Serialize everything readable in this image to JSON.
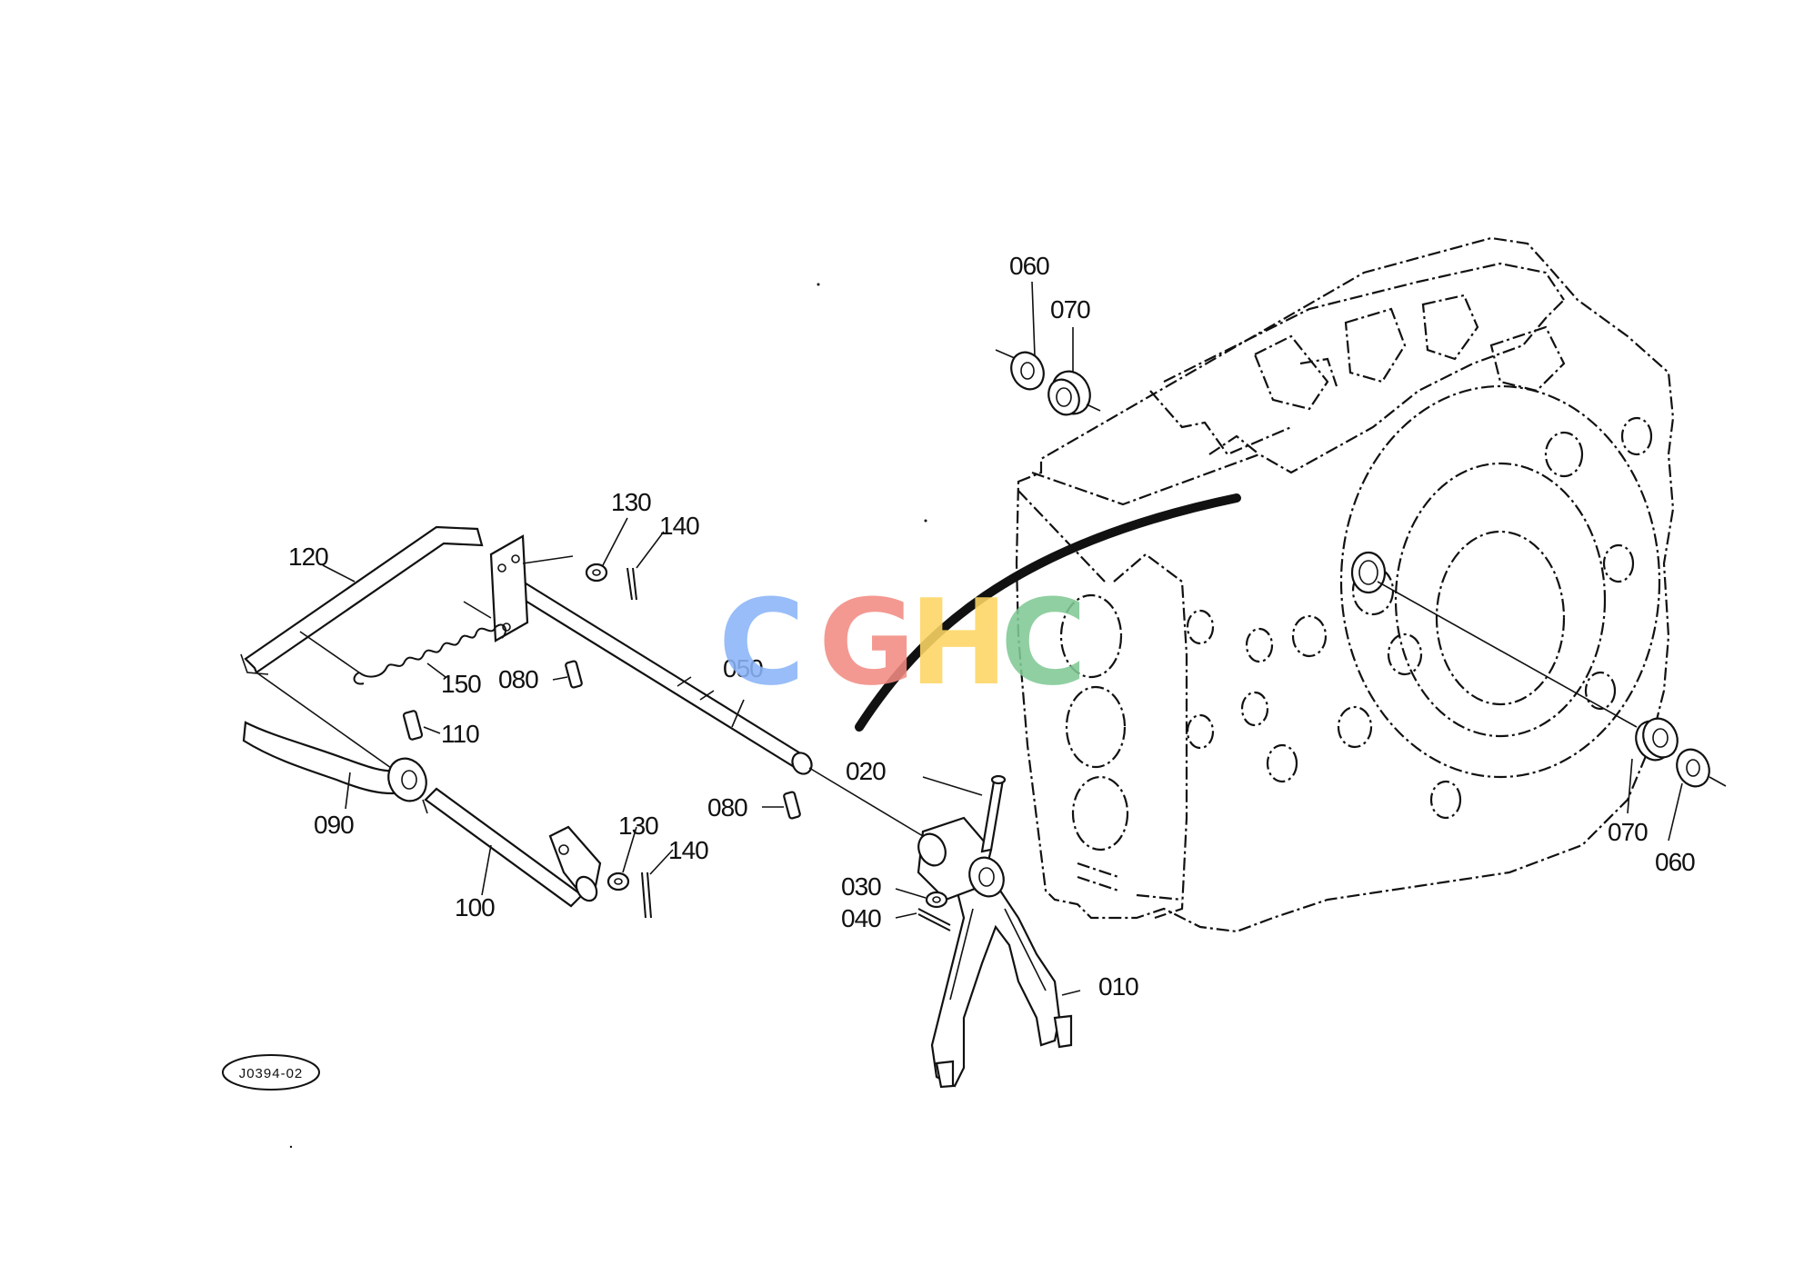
{
  "diagram_ref": "J0394-02",
  "watermark": {
    "letters": [
      {
        "char": "C",
        "color": "#8ab4f8"
      },
      {
        "char": "G",
        "color": "#f28b82"
      },
      {
        "char": "H",
        "color": "#fdd663"
      },
      {
        "char": "C",
        "color": "#81c995"
      }
    ]
  },
  "callouts": {
    "p010": "010",
    "p020": "020",
    "p030": "030",
    "p040": "040",
    "p050": "050",
    "p060_top": "060",
    "p060_right": "060",
    "p070_top": "070",
    "p070_right": "070",
    "p080_upper": "080",
    "p080_lower": "080",
    "p090": "090",
    "p100": "100",
    "p110": "110",
    "p120": "120",
    "p130_upper": "130",
    "p130_lower": "130",
    "p140_upper": "140",
    "p140_lower": "140",
    "p150": "150"
  }
}
